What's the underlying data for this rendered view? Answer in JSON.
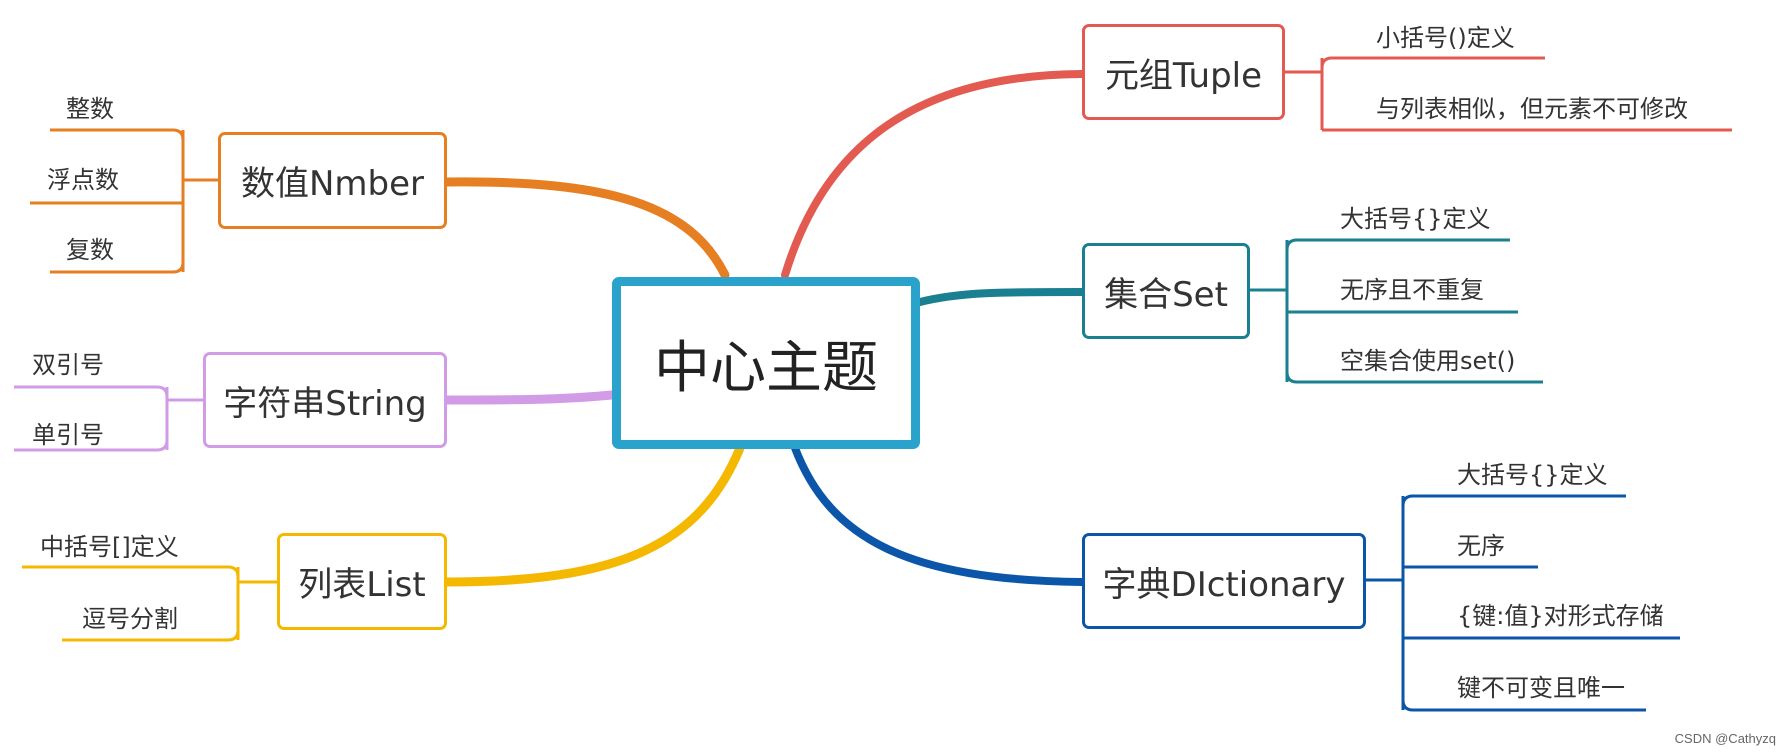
{
  "center": {
    "label": "中心主题",
    "color": "#2aa3cc"
  },
  "branches": {
    "number": {
      "label": "数值Nmber",
      "color": "#e67e22",
      "items": [
        "整数",
        "浮点数",
        "复数"
      ]
    },
    "string": {
      "label": "字符串String",
      "color": "#d29be6",
      "items": [
        "双引号",
        "单引号"
      ]
    },
    "list": {
      "label": "列表List",
      "color": "#f5b800",
      "items": [
        "中括号[]定义",
        "逗号分割"
      ]
    },
    "tuple": {
      "label": "元组Tuple",
      "color": "#e35a50",
      "items": [
        "小括号()定义",
        "与列表相似，但元素不可修改"
      ]
    },
    "set": {
      "label": "集合Set",
      "color": "#1a7f90",
      "items": [
        "大括号{}定义",
        "无序且不重复",
        "空集合使用set()"
      ]
    },
    "dict": {
      "label": "字典DIctionary",
      "color": "#0b56a8",
      "items": [
        "大括号{}定义",
        "无序",
        "{键:值}对形式存储",
        "键不可变且唯一"
      ]
    }
  },
  "watermark": "CSDN @Cathyzq"
}
